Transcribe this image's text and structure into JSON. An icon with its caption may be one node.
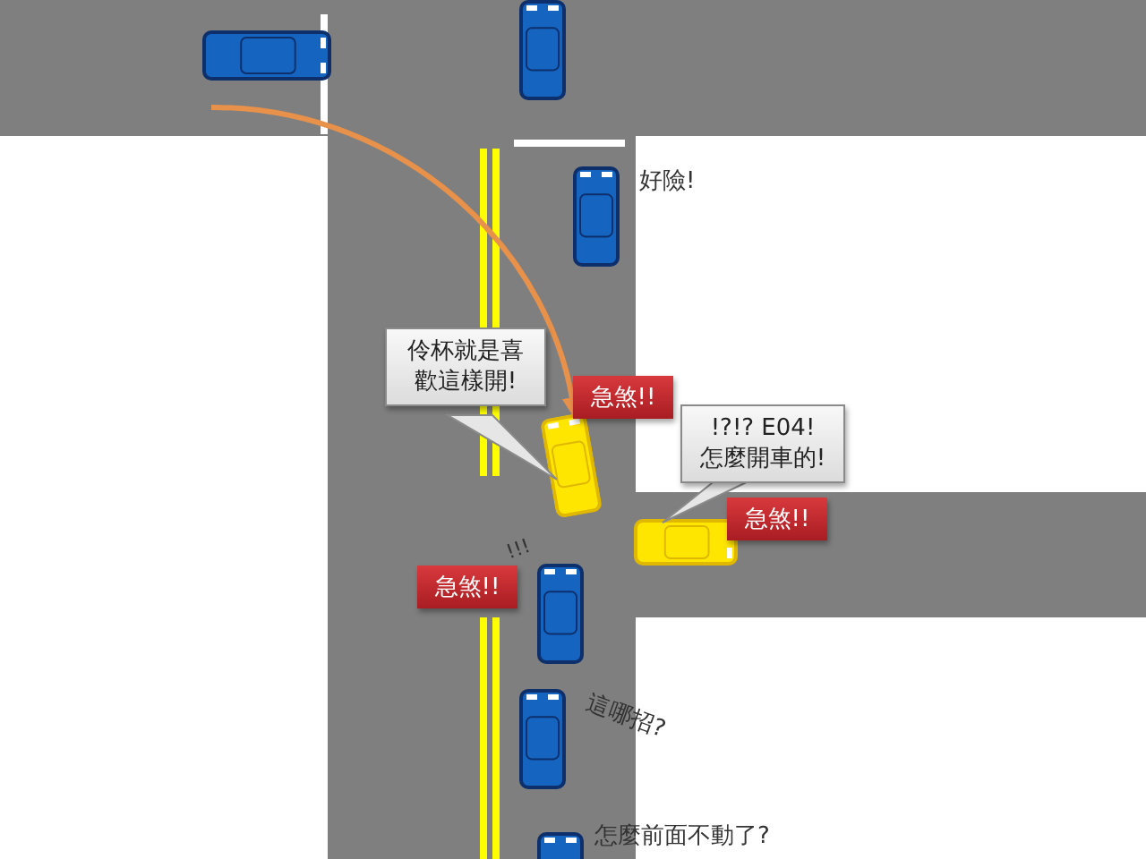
{
  "diagram": {
    "nodes": [
      {
        "text": [
          "伶杯就是喜歡這樣開!"
        ]
      },
      {
        "text": [
          "急煞!!"
        ]
      },
      {
        "text": [
          "!?!?  E04!",
          "怎麼開車的!"
        ]
      },
      {
        "text": [
          "急煞!!"
        ]
      },
      {
        "text": [
          "急煞!!"
        ]
      },
      {
        "text": [],
        "shape": "picture"
      }
    ],
    "edges": [
      {
        "from": null,
        "to": 5,
        "arrow": "to",
        "color": "#e8914a"
      }
    ],
    "labels": [
      "好險!",
      "!!!",
      "這哪招?",
      "怎麼前面不動了?"
    ]
  }
}
